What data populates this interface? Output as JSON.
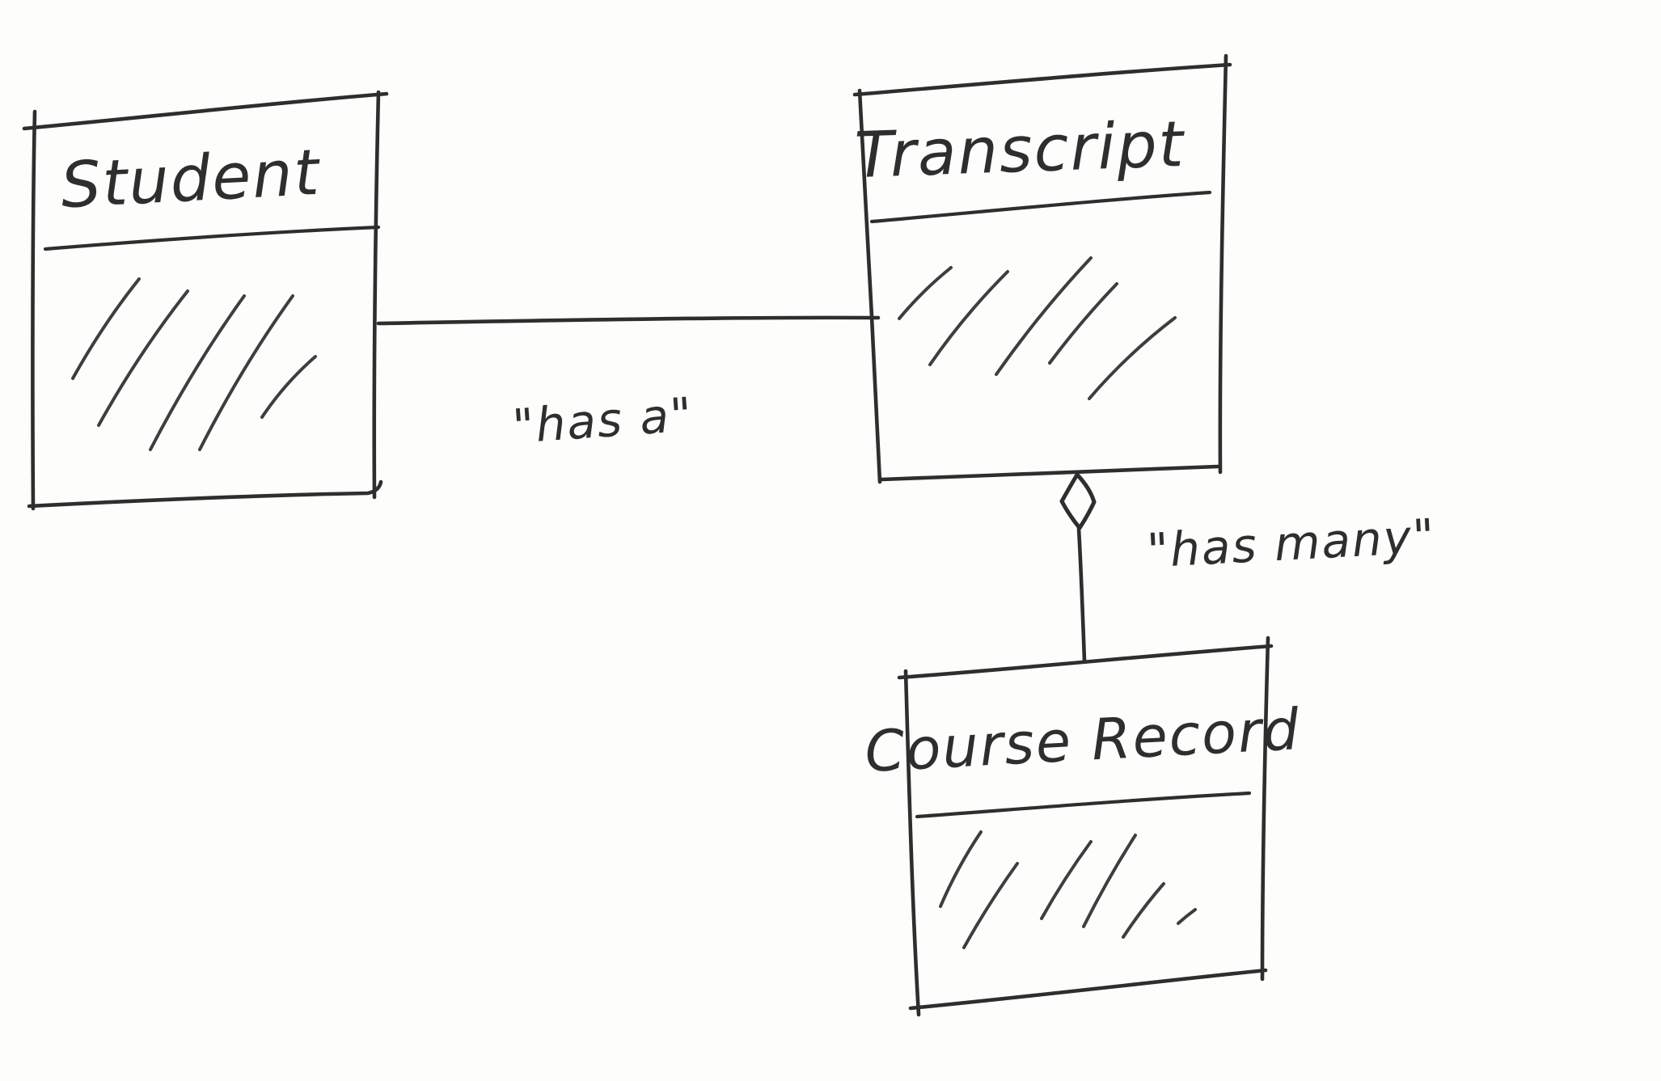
{
  "diagram": {
    "type": "UML class diagram (hand-drawn sketch)",
    "ink_color": "#2e2e2e",
    "paper_color": "#fdfdfc",
    "classes": [
      {
        "id": "student",
        "name": "Student",
        "compartments": [
          "class name",
          "empty attribute compartment with diagonal hatching"
        ]
      },
      {
        "id": "transcript",
        "name": "Transcript",
        "compartments": [
          "class name",
          "empty attribute compartment with diagonal hatching"
        ]
      },
      {
        "id": "course-record",
        "name": "Course Record",
        "compartments": [
          "class name",
          "empty attribute compartment with diagonal hatching"
        ]
      }
    ],
    "relationships": [
      {
        "from": "Student",
        "to": "Transcript",
        "type": "association",
        "label": "\"has a\""
      },
      {
        "from": "Transcript",
        "to": "Course Record",
        "type": "aggregation",
        "diamond_end": "Transcript",
        "label": "\"has many\""
      }
    ]
  }
}
